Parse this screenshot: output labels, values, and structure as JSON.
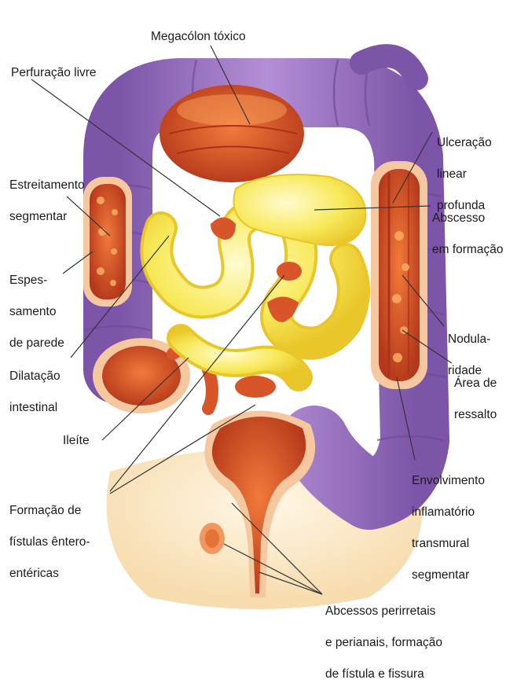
{
  "figure": {
    "colors": {
      "colon_purple": "#9b6fbf",
      "colon_purple_dark": "#6e4a93",
      "inflamed_orange": "#d8552a",
      "inflamed_dark": "#a8321a",
      "small_bowel_yellow": "#f5e04a",
      "skin_peach": "#fbe6c4",
      "line_color": "#333333"
    },
    "labels": {
      "megacolon": "Megacólon tóxico",
      "perfuracao": "Perfuração livre",
      "estreitamento": [
        "Estreitamento",
        "segmentar"
      ],
      "espessamento": [
        "Espes-",
        "samento",
        "de parede"
      ],
      "dilatacao": [
        "Dilatação",
        "intestinal"
      ],
      "ileite": "Ileíte",
      "fistulas": [
        "Formação de",
        "fístulas êntero-",
        "entéricas"
      ],
      "ulceracao": [
        "Ulceração",
        "linear",
        "profunda"
      ],
      "abscesso": [
        "Abscesso",
        "em formação"
      ],
      "nodularidade": [
        "Nodula-",
        "ridade"
      ],
      "ressalto": [
        "Área de",
        "ressalto"
      ],
      "envolvimento": [
        "Envolvimento",
        "inflamatório",
        "transmural",
        "segmentar"
      ],
      "abcessos_perianais": [
        "Abcessos perirretais",
        "e perianais, formação",
        "de fístula e fissura"
      ]
    }
  }
}
